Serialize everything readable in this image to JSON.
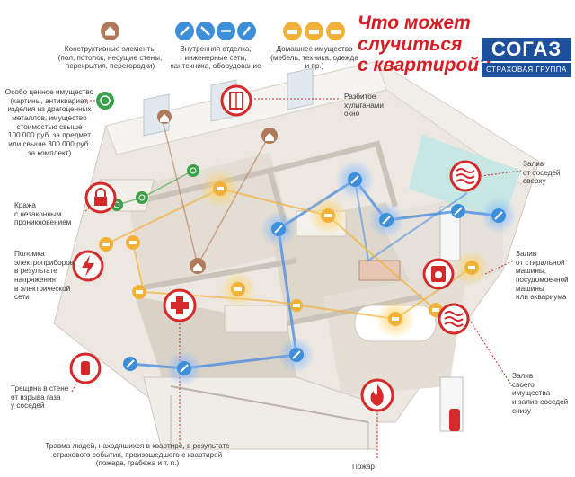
{
  "headline": {
    "line1": "Что может случиться",
    "line2": "с квартирой?"
  },
  "logo": {
    "brand": "СОГАЗ",
    "subtitle": "СТРАХОВАЯ ГРУППА",
    "color": "#1c4f9c"
  },
  "legend": [
    {
      "icon": "house-icon",
      "color": "#b07a5a",
      "line1": "Конструктивные элементы",
      "line2": "(пол, потолок, несущие стены,",
      "line3": "перекрытия, перегородки)"
    },
    {
      "icon": "wrench-icon",
      "color": "#3c8fd8",
      "line1": "Внутренняя отделка,",
      "line2": "инженерные сети,",
      "line3": "сантехника, оборудование"
    },
    {
      "icon": "sofa-icon",
      "color": "#f2b23a",
      "line1": "Домашнее имущество",
      "line2": "(мебель, техника, одежда",
      "line3": "и пр.)"
    }
  ],
  "callouts": {
    "valuables": [
      "Особо ценное имущество",
      "(картины, антиквариат,",
      "изделия из драгоценных",
      "металлов, имущество",
      "стоимостью свыше",
      "100 000 руб. за предмет",
      "или свыше 300 000 руб.",
      "за комплект)"
    ],
    "window": [
      "Разбитое",
      "хулиганами",
      "окно"
    ],
    "flood_neighbors_above": [
      "Залив",
      "от соседей",
      "сверху"
    ],
    "theft": [
      "Кража",
      "с незаконным",
      "проникновением"
    ],
    "power_surge": [
      "Поломка",
      "электроприборов",
      "в результате",
      "напряжения",
      "в электрической",
      "сети"
    ],
    "flood_appliance": [
      "Залив",
      "от стиральной",
      "машины,",
      "посудомоечной",
      "машины",
      "или аквариума"
    ],
    "gas_explosion": [
      "Трещина в стене",
      "от взрыва газа",
      "у соседей"
    ],
    "flood_own": [
      "Залив",
      "своего имущества",
      "и залив соседей",
      "снизу"
    ],
    "injury": [
      "Травма людей, находящихся в квартире, в результате",
      "страхового события, произошедшего с квартирой",
      "(пожара, грабежа и т. п.)"
    ],
    "fire": [
      "Пожар"
    ]
  },
  "colors": {
    "risk_red": "#d42a2a",
    "structure": "#b07a5a",
    "engineering": "#3c8fd8",
    "property": "#f2b23a",
    "valuables": "#3aa04a"
  }
}
